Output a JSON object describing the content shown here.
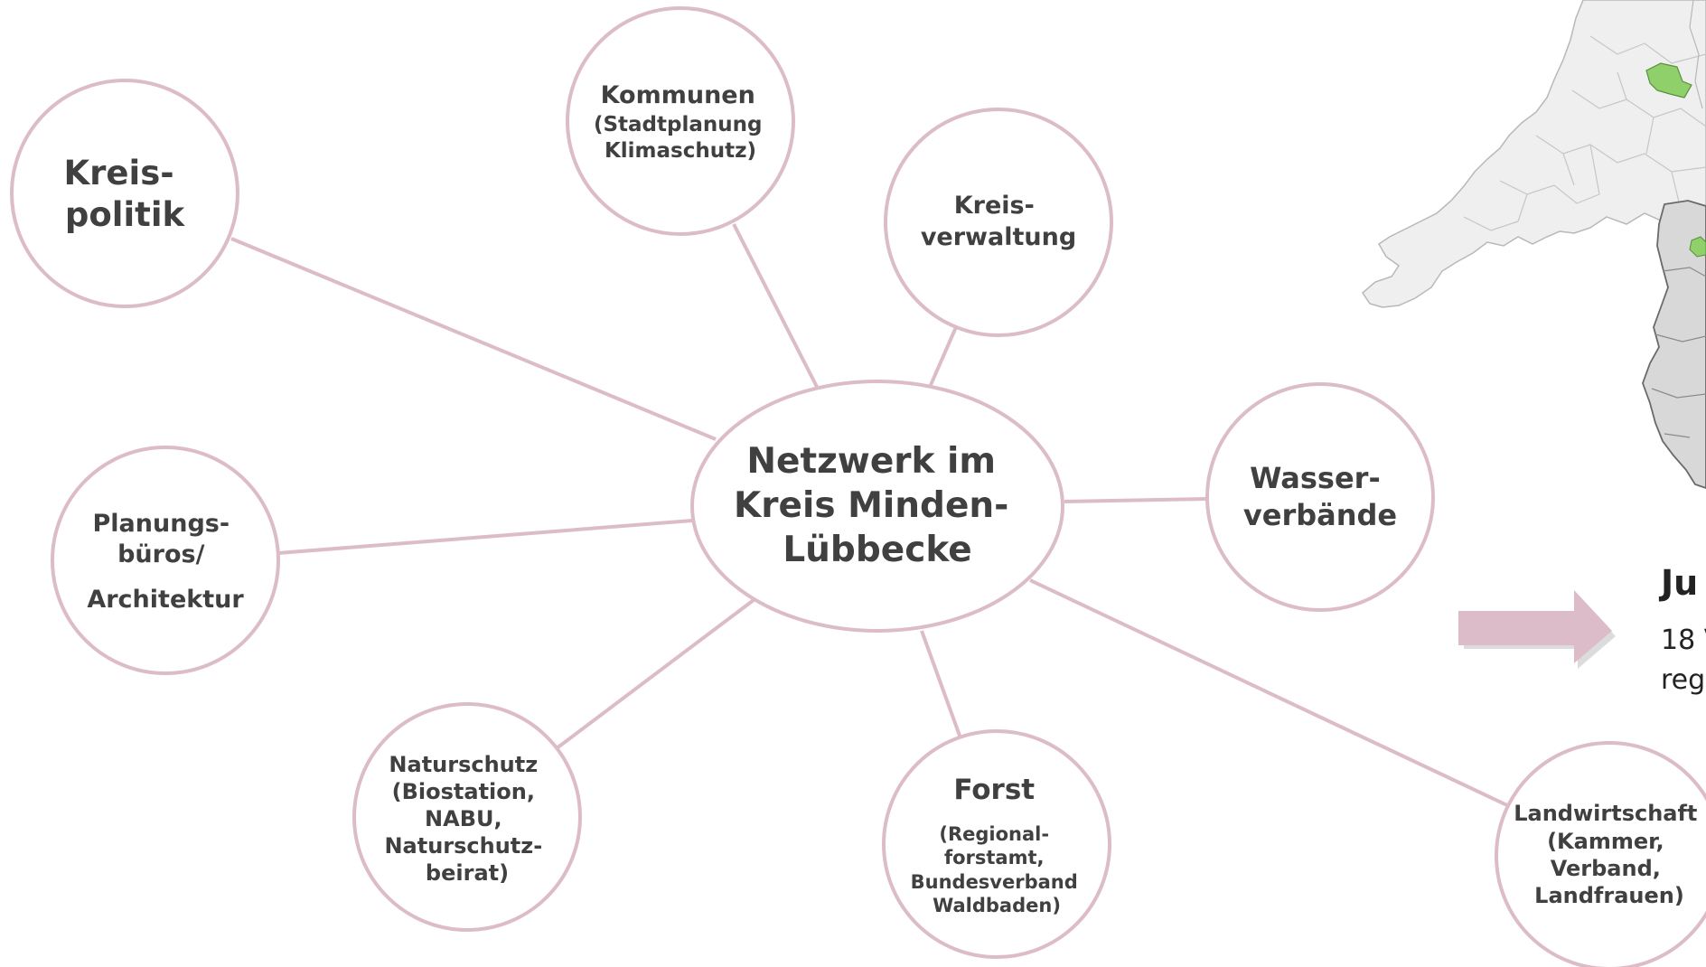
{
  "colors": {
    "connector": "#dcbcc8",
    "node_border": "#dcbcc8",
    "node_fill": "#ffffff",
    "text": "#404040",
    "map_land": "#efefef",
    "map_border": "#b8b8b8",
    "map_dark": "#6a6a6a",
    "map_highlight": "#8fd06a",
    "arrow": "#dcbcc8"
  },
  "diagram": {
    "center": {
      "lines": [
        "Netzwerk im",
        "Kreis Minden-",
        "Lübbecke"
      ]
    },
    "nodes": [
      {
        "id": "kreispolitik",
        "lines": [
          "Kreis-",
          "politik"
        ]
      },
      {
        "id": "kommunen",
        "lines": [
          "Kommunen",
          "(Stadtplanung",
          "Klimaschutz)"
        ]
      },
      {
        "id": "kreisverwaltung",
        "lines": [
          "Kreis-",
          "verwaltung"
        ]
      },
      {
        "id": "wasserverbaende",
        "lines": [
          "Wasser-",
          "verbände"
        ]
      },
      {
        "id": "planungsbueros",
        "lines": [
          "Planungs-",
          "büros/",
          "Architektur"
        ]
      },
      {
        "id": "naturschutz",
        "lines": [
          "Naturschutz",
          "(Biostation,",
          "NABU,",
          "Naturschutz-",
          "beirat)"
        ]
      },
      {
        "id": "forst",
        "lines": [
          "Forst",
          "(Regional-",
          "forstamt,",
          "Bundesverband",
          "Waldbaden)"
        ]
      },
      {
        "id": "landwirtschaft",
        "lines": [
          "Landwirtschaft",
          "(Kammer,",
          "Verband,",
          "Landfrauen)"
        ]
      }
    ]
  },
  "side_panel": {
    "heading": "Ju",
    "line1": "18 V",
    "line2": "reg"
  },
  "map": {
    "icon": "regional-map"
  }
}
